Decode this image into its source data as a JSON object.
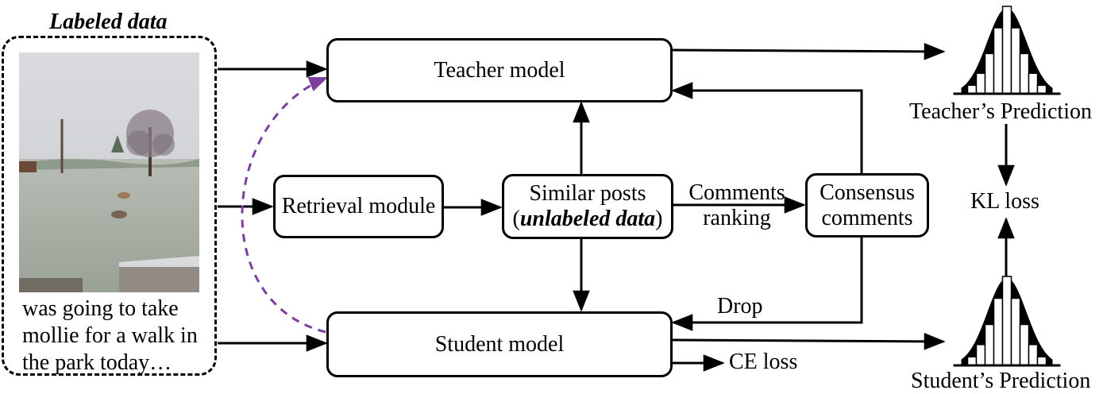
{
  "labeled_data": {
    "title": "Labeled data",
    "caption_lines": [
      "was going to take",
      "mollie for a walk in",
      "the park today…"
    ]
  },
  "boxes": {
    "teacher": "Teacher model",
    "student": "Student model",
    "retrieval": "Retrieval module",
    "similar_line1": "Similar posts",
    "similar_open": "(",
    "similar_em": "unlabeled data",
    "similar_close": ")",
    "consensus_line1": "Consensus",
    "consensus_line2": "comments"
  },
  "edge_labels": {
    "comments_ranking_1": "Comments",
    "comments_ranking_2": "ranking",
    "drop": "Drop",
    "ce_loss": "CE loss",
    "kl_loss": "KL loss"
  },
  "predictions": {
    "teacher": "Teacher’s Prediction",
    "student": "Student’s Prediction"
  },
  "colors": {
    "stroke": "#000000",
    "dashed_arrow": "#7b3f9e"
  }
}
